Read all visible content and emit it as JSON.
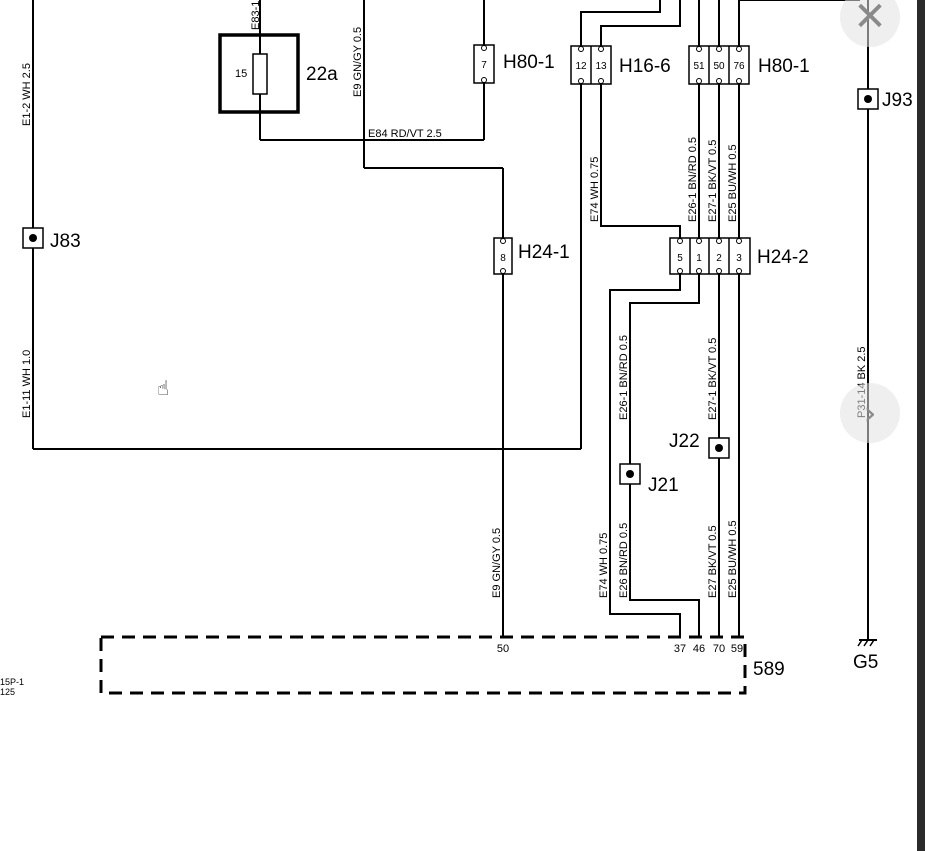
{
  "diagram": {
    "components": {
      "fuse_box": "22a",
      "fuse": "15",
      "module": "589",
      "ground": "G5"
    },
    "junctions": {
      "j83": "J83",
      "j93": "J93",
      "j22": "J22",
      "j21": "J21"
    },
    "connectors": {
      "h80_1_left": {
        "name": "H80-1",
        "pins": [
          "7"
        ]
      },
      "h16_6": {
        "name": "H16-6",
        "pins": [
          "12",
          "13"
        ]
      },
      "h80_1_right": {
        "name": "H80-1",
        "pins": [
          "51",
          "50",
          "76"
        ]
      },
      "h24_1": {
        "name": "H24-1",
        "pins": [
          "8"
        ]
      },
      "h24_2": {
        "name": "H24-2",
        "pins": [
          "5",
          "1",
          "2",
          "3"
        ]
      }
    },
    "module_pins": [
      "50",
      "37",
      "46",
      "70",
      "59"
    ],
    "wire_labels": {
      "e83_1": "E83-1",
      "e9_top": "E9  GN/GY  0.5",
      "e1_2": "E1-2   WH  2.5",
      "e84": "E84   RD/VT   2.5",
      "e74_top": "E74   WH  0.75",
      "e26_1_top": "E26-1   BN/RD  0.5",
      "e27_1_top": "E27-1   BK/VT  0.5",
      "e25_top": "E25   BU/WH  0.5",
      "e1_11": "E1-11    WH  1.0",
      "e26_1_mid": "E26-1    BN/RD   0.5",
      "e27_1_mid": "E27-1   BK/VT   0.5",
      "p31_14": "P31-14 BK  2.5",
      "e9_bottom": "E9  GN/GY   0.5",
      "e74_bottom": "E74   WH 0.75",
      "e26_bottom": "E26   BN/RD   0.5",
      "e27_bottom": "E27   BK/VT   0.5",
      "e25_bottom": "E25   BU/WH   0.5"
    },
    "left_edge_labels": [
      "15P-1",
      "125"
    ]
  },
  "controls": {
    "close_icon": "close-icon",
    "next_icon": "chevron-right-icon",
    "cursor_icon": "hand-pointer-icon"
  }
}
